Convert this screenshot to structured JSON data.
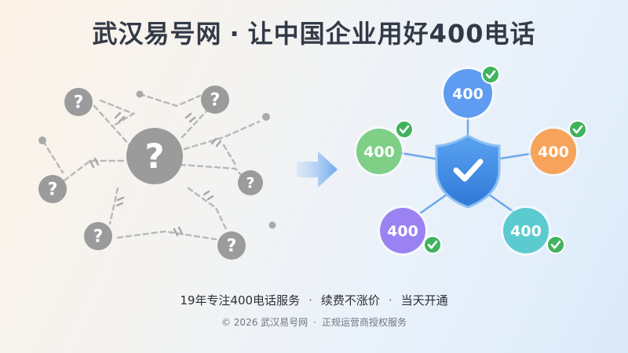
{
  "header": {
    "brand": "武汉易号网",
    "separator": "·",
    "slogan": "让中国企业用好400电话"
  },
  "diagram": {
    "unknown_mark": "?",
    "node_label": "400",
    "colors": {
      "chaos_gray": "#9b9b9b",
      "shield": "#3a8be6",
      "node_top": "#5e9cf1",
      "node_left": "#7fcf86",
      "node_right": "#f7a35c",
      "node_bottom_left": "#9b82f2",
      "node_bottom_right": "#5ccbd0",
      "check_green": "#3fb35d"
    },
    "icons": [
      "question-icon",
      "arrow-right-icon",
      "shield-check-icon",
      "check-badge-icon"
    ]
  },
  "tagline": {
    "items": [
      "19年专注400电话服务",
      "续费不涨价",
      "当天开通"
    ],
    "separator": "·"
  },
  "footer": {
    "copyright": "© 2026 武汉易号网",
    "separator": "·",
    "note": "正规运营商授权服务"
  }
}
